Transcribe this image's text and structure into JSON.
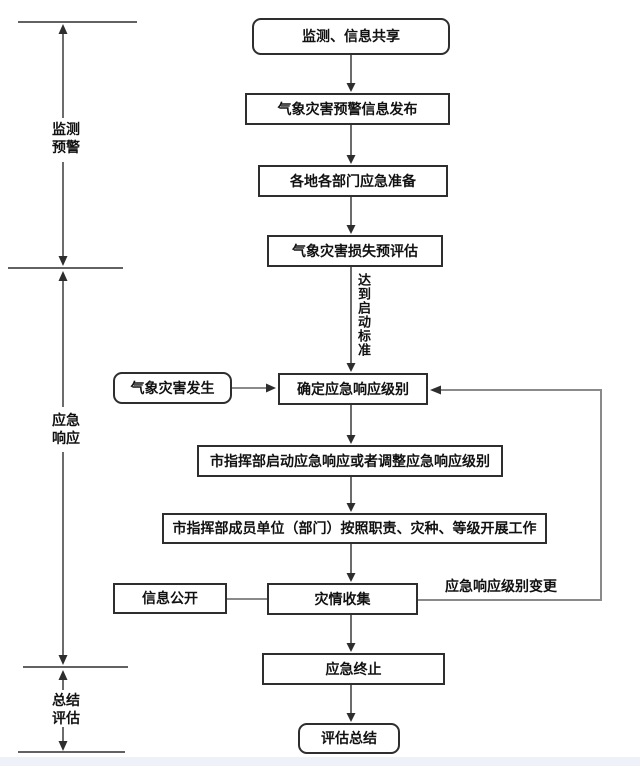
{
  "phases": [
    {
      "line1": "监测",
      "line2": "预警"
    },
    {
      "line1": "应急",
      "line2": "响应"
    },
    {
      "line1": "总结",
      "line2": "评估"
    }
  ],
  "flow_nodes": [
    {
      "label": "监测、信息共享",
      "shape": "rounded"
    },
    {
      "label": "气象灾害预警信息发布",
      "shape": "rect"
    },
    {
      "label": "各地各部门应急准备",
      "shape": "rect"
    },
    {
      "label": "气象灾害损失预评估",
      "shape": "rect"
    },
    {
      "label": "确定应急响应级别",
      "shape": "rect"
    },
    {
      "label": "市指挥部启动应急响应或者调整应急响应级别",
      "shape": "rect"
    },
    {
      "label": "市指挥部成员单位（部门）按照职责、灾种、等级开展工作",
      "shape": "rect"
    },
    {
      "label": "灾情收集",
      "shape": "rect"
    },
    {
      "label": "应急终止",
      "shape": "rect"
    },
    {
      "label": "评估总结",
      "shape": "rounded"
    }
  ],
  "side_nodes": [
    {
      "label": "气象灾害发生",
      "shape": "rounded"
    },
    {
      "label": "信息公开",
      "shape": "rect"
    }
  ],
  "annotations": {
    "trigger_condition": "达到启动标准",
    "level_change": "应急响应级别变更"
  },
  "colors": {
    "line": "#2e2e2e",
    "connector_gray": "#8a8a8a",
    "background": "#ffffff",
    "footer_strip": "#eef2f8"
  }
}
